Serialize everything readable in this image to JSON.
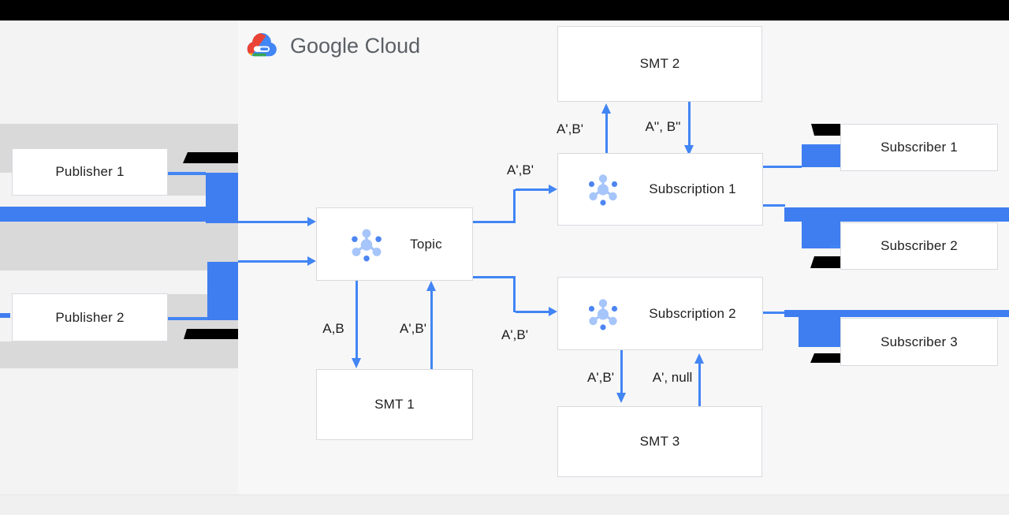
{
  "logo": {
    "text": "Google Cloud"
  },
  "nodes": {
    "publisher1": {
      "label": "Publisher 1"
    },
    "publisher2": {
      "label": "Publisher 2"
    },
    "topic": {
      "label": "Topic"
    },
    "smt1": {
      "label": "SMT 1"
    },
    "smt2": {
      "label": "SMT 2"
    },
    "smt3": {
      "label": "SMT 3"
    },
    "subscription1": {
      "label": "Subscription 1"
    },
    "subscription2": {
      "label": "Subscription 2"
    },
    "subscriber1": {
      "label": "Subscriber 1"
    },
    "subscriber2": {
      "label": "Subscriber 2"
    },
    "subscriber3": {
      "label": "Subscriber 3"
    }
  },
  "edge_labels": {
    "topic_to_smt1": "A,B",
    "smt1_to_topic": "A',B'",
    "topic_to_sub1": "A',B'",
    "topic_to_sub2": "A',B'",
    "sub1_to_smt2": "A',B'",
    "smt2_to_sub1": "A'', B''",
    "sub2_to_smt3": "A',B'",
    "smt3_to_sub2": "A', null"
  },
  "icons": {
    "pubsub": "pubsub-cluster-icon",
    "logo_cloud": "google-cloud-logo-icon"
  },
  "colors": {
    "arrow_blue": "#4285f4",
    "overlay_blue": "#3f7ef0",
    "overlay_black": "#000000",
    "band_gray": "#d9d9da",
    "node_border": "#d8dade",
    "logo_text": "#5b6065",
    "logo_red": "#EA4335",
    "logo_yellow": "#FBBC04",
    "logo_green": "#34A853",
    "logo_blue": "#4285F4"
  }
}
